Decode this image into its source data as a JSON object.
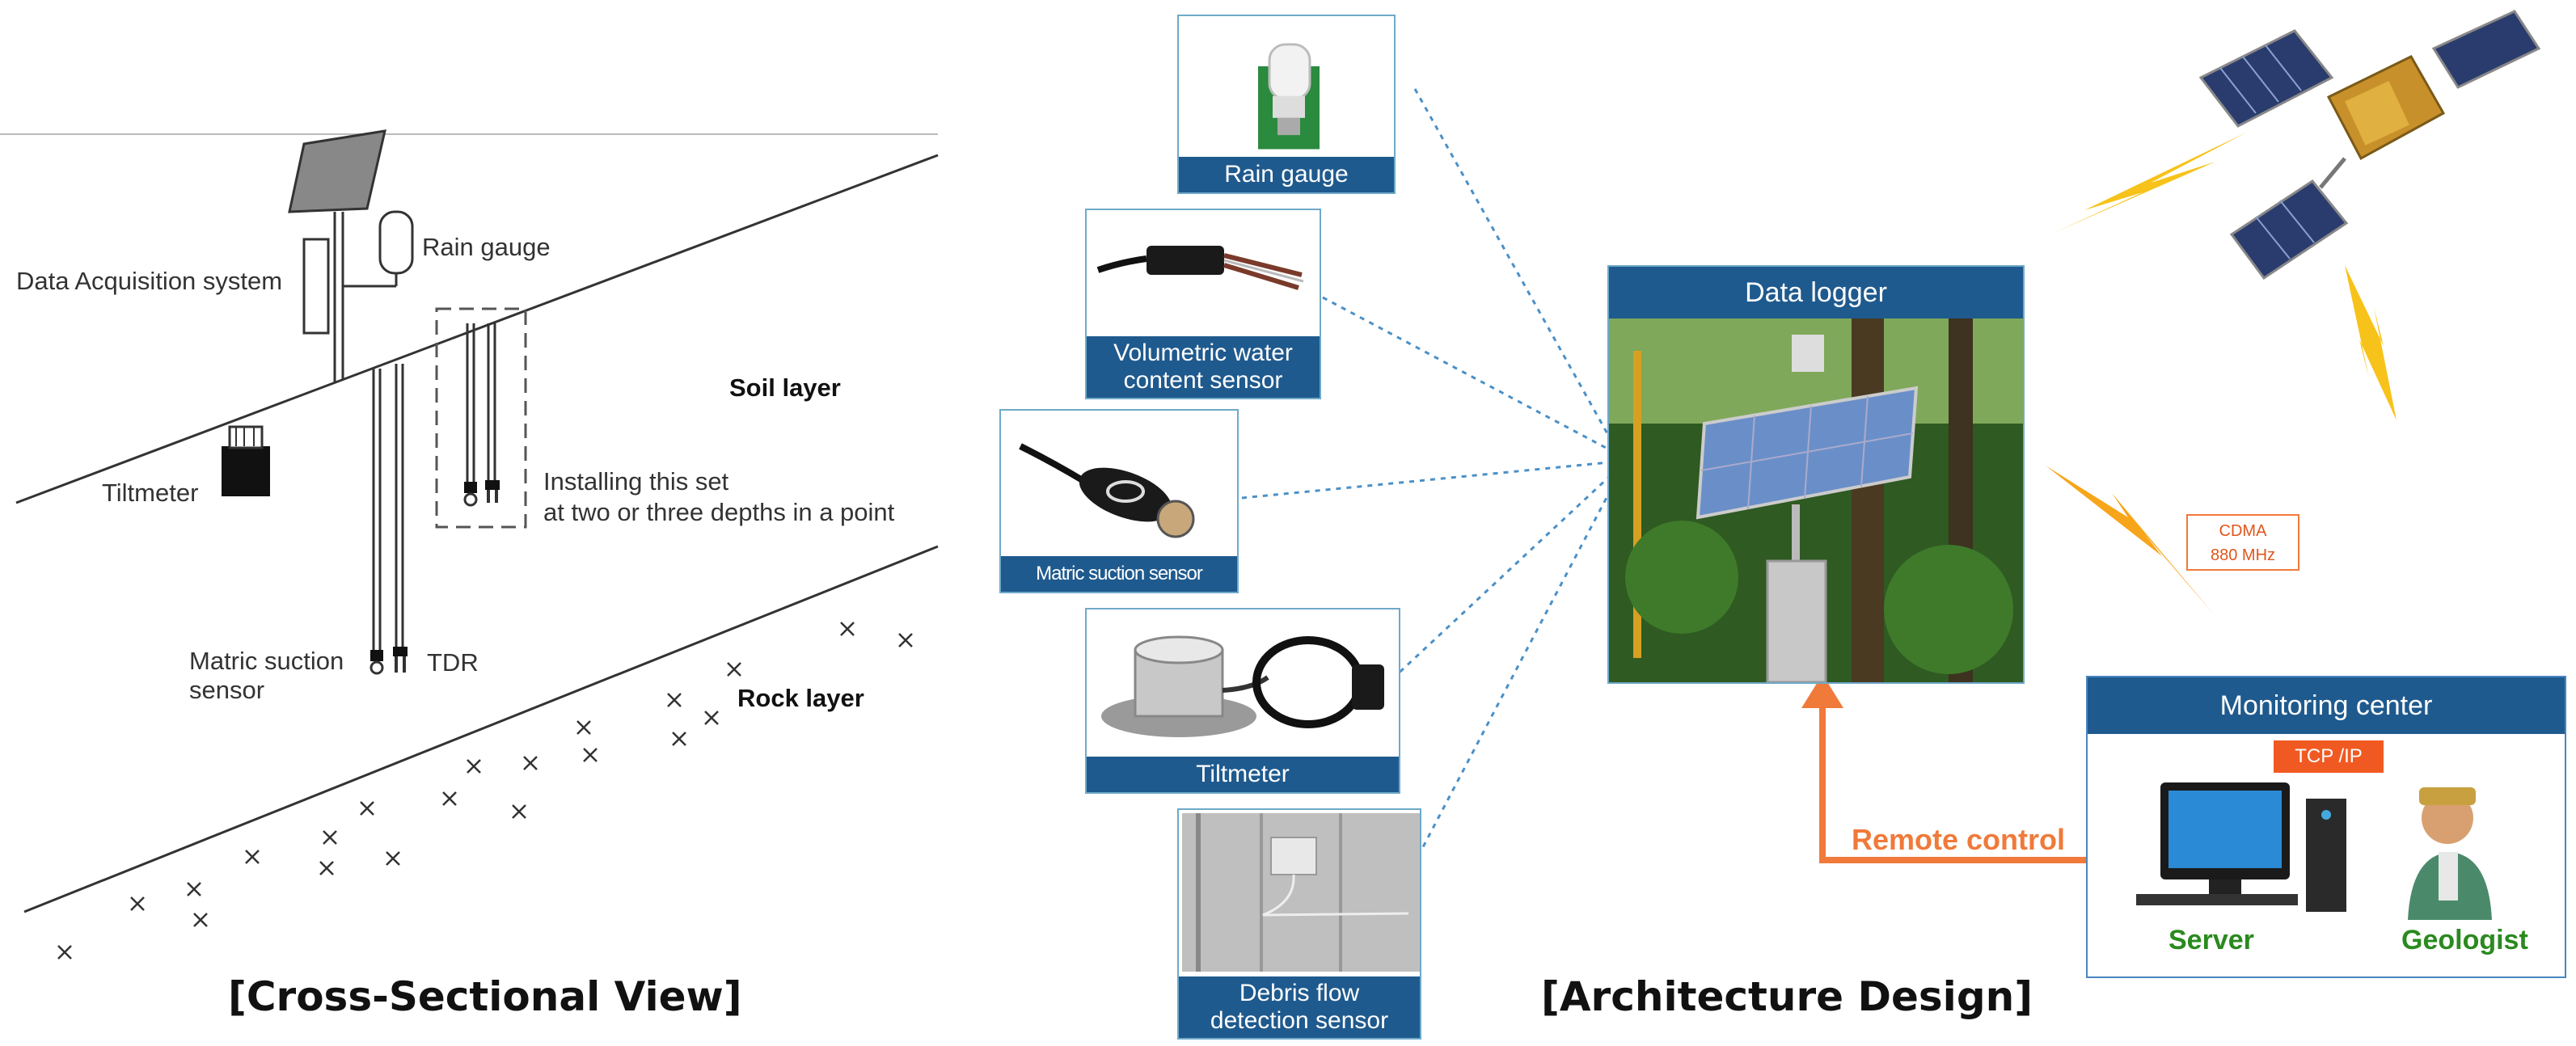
{
  "cross_section": {
    "caption": "[Cross-Sectional View]",
    "labels": {
      "rain_gauge": "Rain gauge",
      "data_acquisition": "Data Acquisition system",
      "soil_layer": "Soil layer",
      "tiltmeter": "Tiltmeter",
      "installing_line1": "Installing this set",
      "installing_line2": "at two or three depths in a point",
      "matric_line1": "Matric suction",
      "matric_line2": "sensor",
      "tdr": "TDR",
      "rock_layer": "Rock layer"
    }
  },
  "architecture": {
    "caption": "[Architecture Design]",
    "sensors": [
      {
        "line1": "Rain gauge",
        "line2": ""
      },
      {
        "line1": "Volumetric water",
        "line2": "content sensor"
      },
      {
        "line1": "Matric suction sensor",
        "line2": ""
      },
      {
        "line1": "Tiltmeter",
        "line2": ""
      },
      {
        "line1": "Debris flow",
        "line2": "detection sensor"
      }
    ],
    "data_logger": "Data logger",
    "cdma_line1": "CDMA",
    "cdma_line2": "880 MHz",
    "monitoring_center": "Monitoring center",
    "tcp_ip": "TCP /IP",
    "server": "Server",
    "geologist": "Geologist",
    "remote_control": "Remote control"
  },
  "colors": {
    "panel_blue": "#1f5a8e",
    "card_border": "#6fa9c9",
    "orange": "#f07a3a",
    "lightning": "#f7c21a",
    "green_label": "#2a8a1e"
  }
}
